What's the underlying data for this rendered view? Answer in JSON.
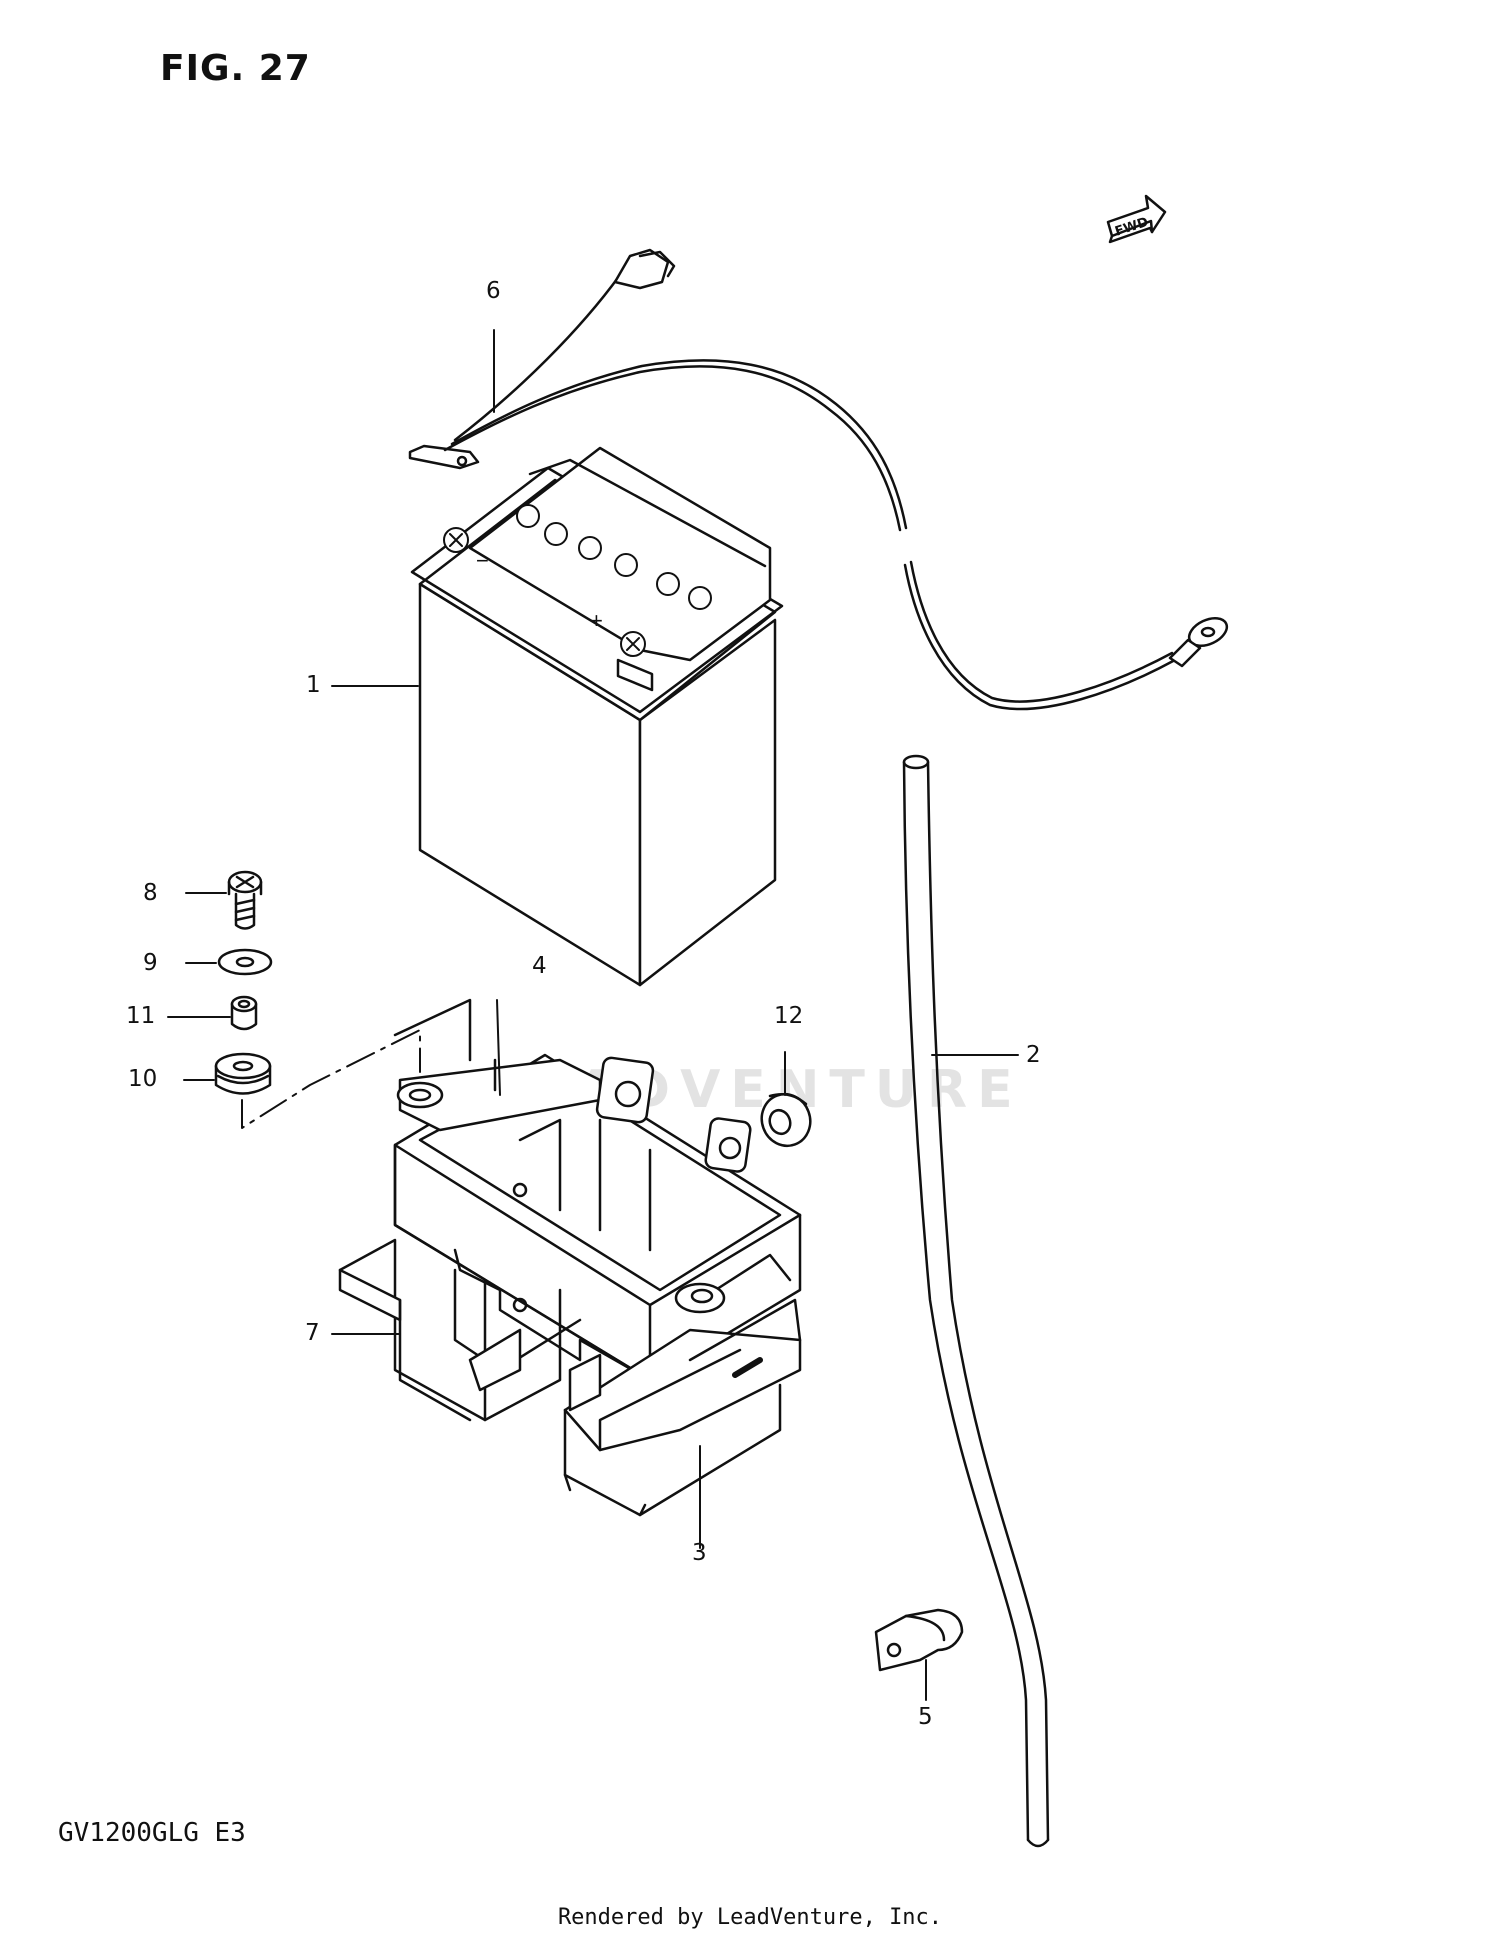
{
  "figure": {
    "title": "FIG. 27",
    "model": "GV1200GLG  E3"
  },
  "footer": "Rendered by LeadVenture, Inc.",
  "watermark": "LEADVENTURE",
  "fwd_arrow": {
    "label": "FWD"
  },
  "callouts": {
    "c1": "1",
    "c2": "2",
    "c3": "3",
    "c4": "4",
    "c5": "5",
    "c6": "6",
    "c7": "7",
    "c8": "8",
    "c9": "9",
    "c10": "10",
    "c11": "11",
    "c12": "12"
  },
  "battery_marks": {
    "minus": "−",
    "plus": "+"
  }
}
